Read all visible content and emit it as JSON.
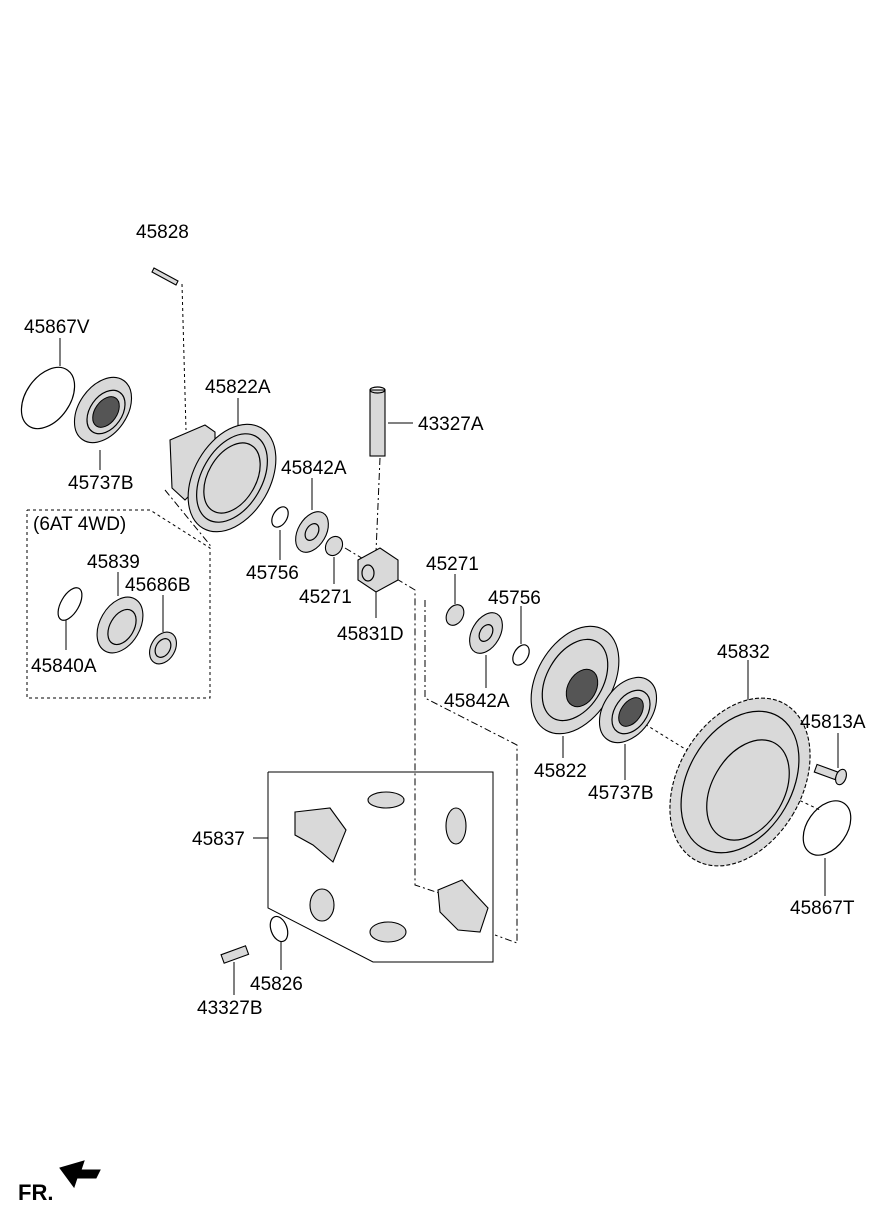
{
  "labels": {
    "p45828": "45828",
    "p45867V": "45867V",
    "p45822A": "45822A",
    "p45737B_left": "45737B",
    "p43327A": "43327A",
    "p45842A_top": "45842A",
    "p45756_left": "45756",
    "p45271_left": "45271",
    "p45831D": "45831D",
    "p45271_right": "45271",
    "p45756_right": "45756",
    "p45842A_bottom": "45842A",
    "p45822": "45822",
    "p45737B_right": "45737B",
    "p45832": "45832",
    "p45813A": "45813A",
    "p45867T": "45867T",
    "p45837": "45837",
    "p45826": "45826",
    "p43327B": "43327B",
    "p45839": "45839",
    "p45686B": "45686B",
    "p45840A": "45840A"
  },
  "variant_box_title": "(6AT 4WD)",
  "direction_label": "FR.",
  "icons": [
    "front-direction-arrow-icon"
  ]
}
